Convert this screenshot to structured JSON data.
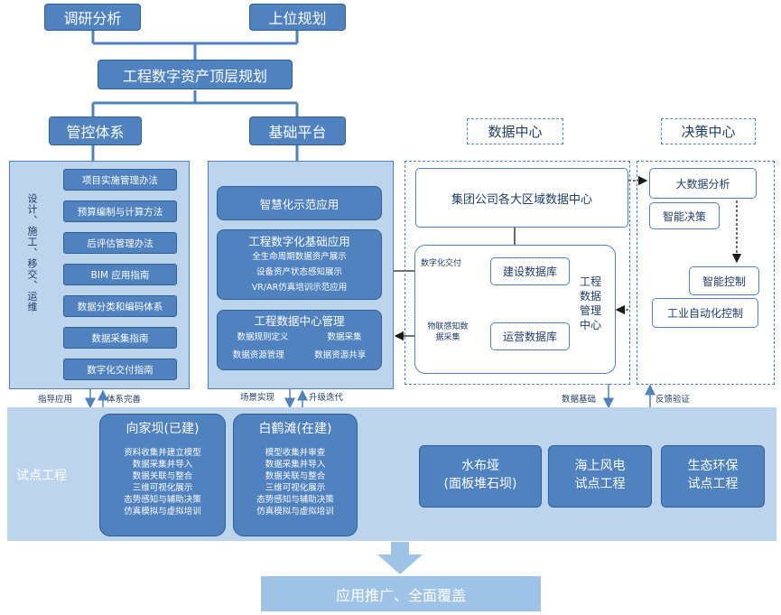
{
  "top": {
    "research": "调研分析",
    "upper_plan": "上位规划",
    "top_plan": "工程数字资产顶层规划"
  },
  "left": {
    "title": "管控体系",
    "vertical_label": "设计、施工、移交、运维",
    "items": [
      "项目实施管理办法",
      "预算编制与计算方法",
      "后评估管理办法",
      "BIM 应用指南",
      "数据分类和编码体系",
      "数据采集指南",
      "数字化交付指南"
    ]
  },
  "middle": {
    "title": "基础平台",
    "demo_app": "智慧化示范应用",
    "basic_app": {
      "title": "工程数字化基础应用",
      "lines": [
        "全生命周期数据资产展示",
        "设备资产状态感知展示",
        "VR/AR仿真培训示范应用"
      ]
    },
    "dc_mgmt": {
      "title": "工程数据中心管理",
      "items": [
        "数据规则定义",
        "数据采集",
        "数据资源管理",
        "数据资源共享"
      ]
    }
  },
  "data_center": {
    "title": "数据中心",
    "group_dc": "集团公司各大区域数据中心",
    "construction_db": "建设数据库",
    "operation_db": "运营数据库",
    "mgmt_center": "工程数据管理中心",
    "label_delivery": "数字化交付",
    "label_iot": "物联感知数据采集"
  },
  "decision_center": {
    "title": "决策中心",
    "big_data": "大数据分析",
    "smart_decision": "智能决策",
    "smart_control": "智能控制",
    "industrial_control": "工业自动化控制"
  },
  "arrow_labels": {
    "guide_app": "指导应用",
    "system_improve": "体系完善",
    "scenario": "场景实现",
    "upgrade": "升级迭代",
    "data_base": "数据基础",
    "feedback": "反馈验证"
  },
  "pilot": {
    "label": "试点工程",
    "xjb": {
      "title": "向家坝(已建)",
      "lines": [
        "资料收集并建立模型",
        "数据采集并导入",
        "数据关联与整合",
        "三维可视化展示",
        "态势感知与辅助决策",
        "仿真模拟与虚拟培训"
      ]
    },
    "bht": {
      "title": "白鹤滩(在建)",
      "lines": [
        "模型收集并审查",
        "数据采集并导入",
        "数据关联与整合",
        "三维可视化展示",
        "态势感知与辅助决策",
        "仿真模拟与虚拟培训"
      ]
    },
    "sby": [
      "水布垭",
      "(面板堆石坝)"
    ],
    "offshore": [
      "海上风电",
      "试点工程"
    ],
    "eco": [
      "生态环保",
      "试点工程"
    ]
  },
  "bottom": "应用推广、全面覆盖"
}
